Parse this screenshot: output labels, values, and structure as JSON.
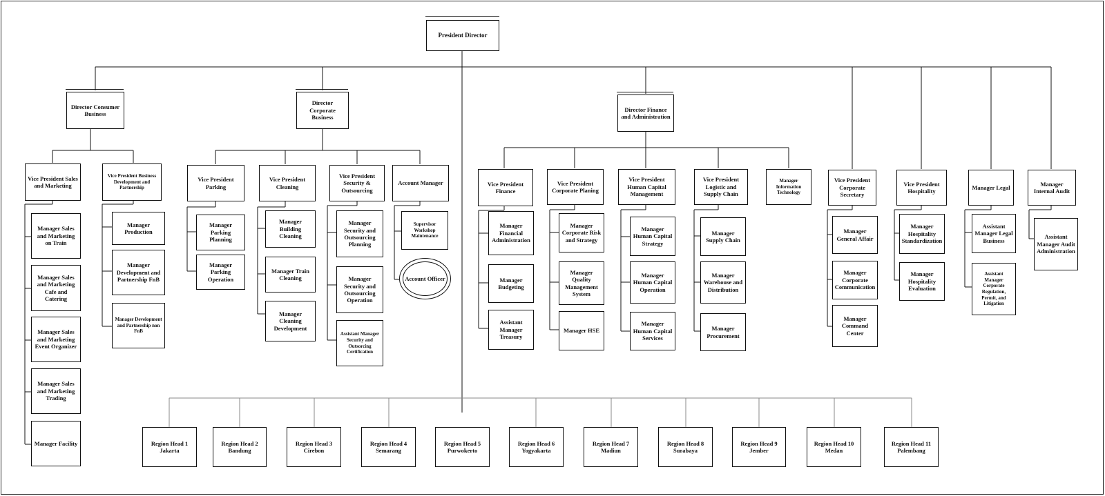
{
  "president": "President Director",
  "directors": {
    "consumer": "Director Consumer Business",
    "corporate": "Director Corporate Business",
    "finance": "Director Finance and Administration"
  },
  "consumer": {
    "vp_sales": "Vice President Sales and Marketing",
    "vp_bizdev": "Vice President Business Development and Partnership",
    "sales_items": [
      "Manager Sales and Marketing on Train",
      "Manager Sales and Marketing Cafe and Catering",
      "Manager Sales and Marketing Event Organizer",
      "Manager Sales and Marketing Trading",
      "Manager Facility"
    ],
    "bizdev_items": [
      "Manager Production",
      "Manager Development and Partnership FnB",
      "Manager Development and Partnership non FnB"
    ]
  },
  "corporate": {
    "vp_parking": "Vice President Parking",
    "vp_cleaning": "Vice President Cleaning",
    "vp_security": "Vice President Security & Outsourcing",
    "account_manager": "Account Manager",
    "parking_items": [
      "Manager Parking Planning",
      "Manager Parking Operation"
    ],
    "cleaning_items": [
      "Manager Building Cleaning",
      "Manager Train Cleaning",
      "Manager Cleaning Development"
    ],
    "security_items": [
      "Manager Security and Outsourcing Planning",
      "Manager Security and Outsourcing Operation",
      "Assistant Manager Security and Outsorcing Certification"
    ],
    "account_items": [
      "Supervisor Workshop Maintenance",
      "Account Officer"
    ]
  },
  "finance": {
    "vp_finance": "Vice President Finance",
    "vp_planing": "Vice President Corporate Planing",
    "vp_hcm": "Vice President Human Capital Management",
    "vp_logistic": "Vice President Logistic and Supply Chain",
    "mgr_it": "Manager Information Technology",
    "finance_items": [
      "Manager Financial Administration",
      "Manager Budgeting",
      "Assistant Manager Treasury"
    ],
    "planing_items": [
      "Manager Corporate Risk and Strategy",
      "Manager Quality Management System",
      "Manager HSE"
    ],
    "hcm_items": [
      "Manager Human Capital Strategy",
      "Manager Human Capital Operation",
      "Manager Human Capital Services"
    ],
    "logistic_items": [
      "Manager Supply Chain",
      "Manager Warehouse and Distribution",
      "Manager Procurement"
    ]
  },
  "direct": {
    "vp_secretary": "Vice President Corporate Secretary",
    "vp_hospitality": "Vice President Hospitality",
    "mgr_legal": "Manager Legal",
    "mgr_audit": "Manager Internal Audit",
    "secretary_items": [
      "Manager General Affair",
      "Manager Corporate Communication",
      "Manager Command Center"
    ],
    "hospitality_items": [
      "Manager Hospitality Standardization",
      "Manager Hospitality Evaluation"
    ],
    "legal_items": [
      "Assistant Manager Legal Business",
      "Assistant Manager Corporate Regulation, Permit, and Litigation"
    ],
    "audit_items": [
      "Assistant Manager Audit Administration"
    ]
  },
  "regions": [
    {
      "name": "Region Head 1",
      "city": "Jakarta"
    },
    {
      "name": "Region Head 2",
      "city": "Bandung"
    },
    {
      "name": "Region Head 3",
      "city": "Cirebon"
    },
    {
      "name": "Region Head 4",
      "city": "Semarang"
    },
    {
      "name": "Region Head 5",
      "city": "Purwokerto"
    },
    {
      "name": "Region Head 6",
      "city": "Yogyakarta"
    },
    {
      "name": "Region Head 7",
      "city": "Madiun"
    },
    {
      "name": "Region Head 8",
      "city": "Surabaya"
    },
    {
      "name": "Region Head 9",
      "city": "Jember"
    },
    {
      "name": "Region Head 10",
      "city": "Medan"
    },
    {
      "name": "Region Head 11",
      "city": "Palembang"
    }
  ]
}
